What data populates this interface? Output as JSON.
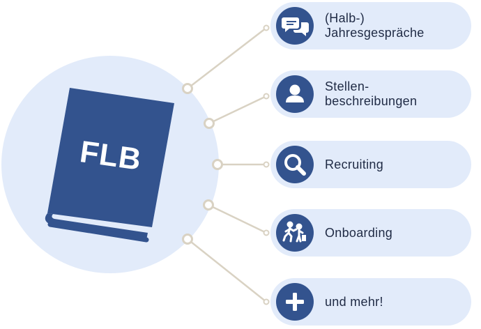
{
  "book": {
    "title": "FLB",
    "icon": "book-icon"
  },
  "colors": {
    "hub_fill": "#e2ebfa",
    "pill_fill": "#e2ebfa",
    "primary": "#33538e",
    "connector": "#d9d2c3",
    "text": "#1f2a44"
  },
  "items": [
    {
      "line1": "(Halb-)",
      "line2": "Jahresgespräche",
      "icon": "speech-bubbles-icon"
    },
    {
      "line1": "Stellen-",
      "line2": "beschreibungen",
      "icon": "person-icon"
    },
    {
      "line1": "Recruiting",
      "line2": "",
      "icon": "magnifier-icon"
    },
    {
      "line1": "Onboarding",
      "line2": "",
      "icon": "onboarding-people-icon"
    },
    {
      "line1": "und mehr!",
      "line2": "",
      "icon": "plus-icon"
    }
  ]
}
